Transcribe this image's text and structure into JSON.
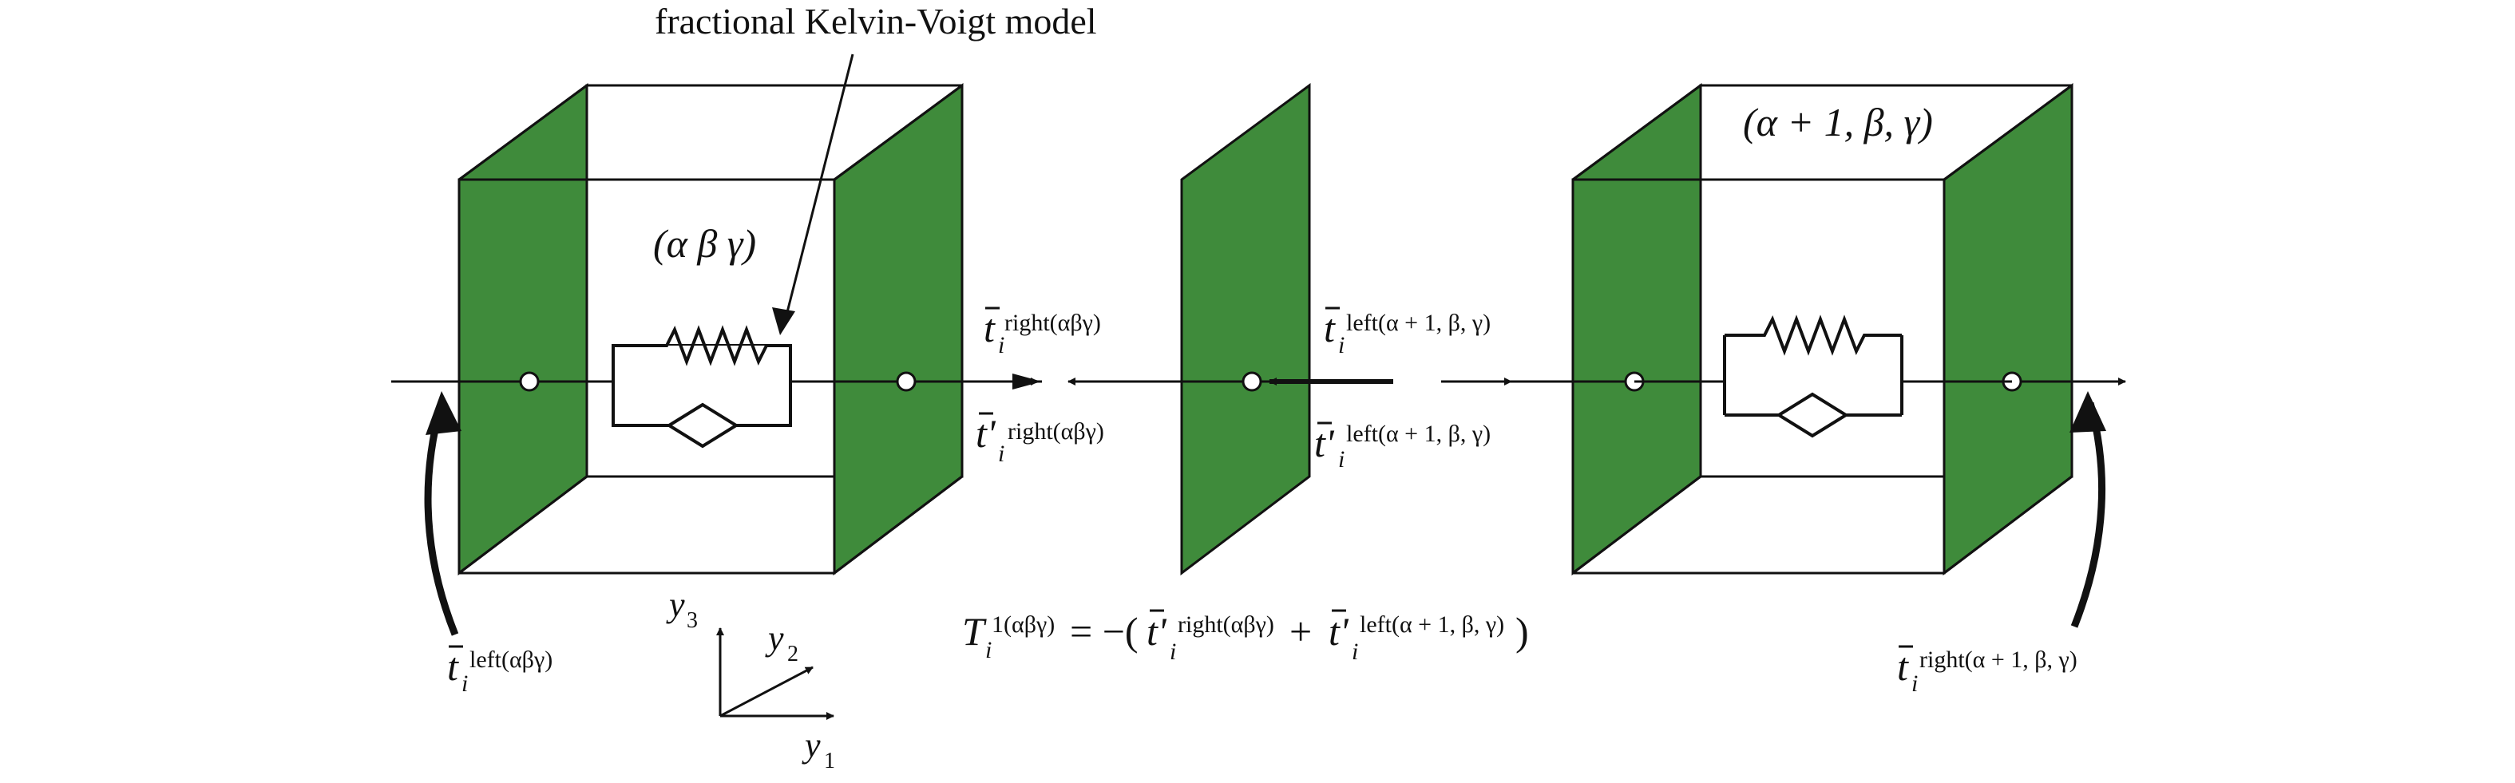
{
  "colors": {
    "panel_fill": "#3f8b3b",
    "line": "#111111",
    "background": "#ffffff"
  },
  "labels": {
    "model_callout": "fractional Kelvin-Voigt model",
    "cell_left_index": "(α β γ)",
    "cell_right_index": "(α + 1, β, γ)"
  },
  "tractions": {
    "t_symbol": "t",
    "t_prime_symbol": "t'",
    "subscript_i": "i",
    "right_abg_sup": "right(αβγ)",
    "left_a1bg_sup": "left(α + 1, β, γ)",
    "left_abg_sup": "left(αβγ)",
    "right_a1bg_sup": "right(α + 1, β, γ)"
  },
  "equation": {
    "T": "T",
    "i": "i",
    "sup": "1(αβγ)",
    "equals_open": " = −(",
    "plus": " + ",
    "close": ")"
  },
  "axes": {
    "y1": "y",
    "y1_sub": "1",
    "y2": "y",
    "y2_sub": "2",
    "y3": "y",
    "y3_sub": "3"
  }
}
